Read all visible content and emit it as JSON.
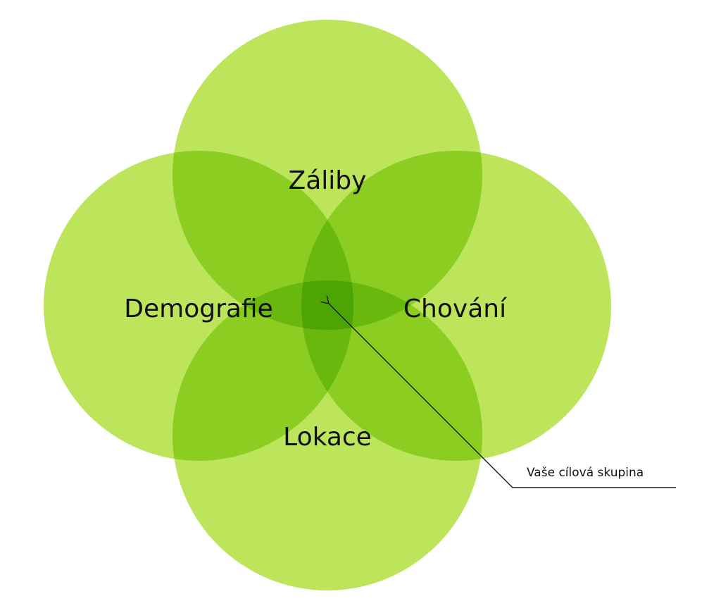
{
  "colors": {
    "circle_fill": "#bde55c",
    "label_text": "#111111",
    "callout_line": "#1a1a1a",
    "background": "#ffffff"
  },
  "circles": {
    "top": "Záliby",
    "left": "Demografie",
    "right": "Chování",
    "bottom": "Lokace"
  },
  "callout": {
    "text": "Vaše cílová skupina"
  },
  "icons": {
    "callout_arrowhead": "arrow-head-icon"
  }
}
